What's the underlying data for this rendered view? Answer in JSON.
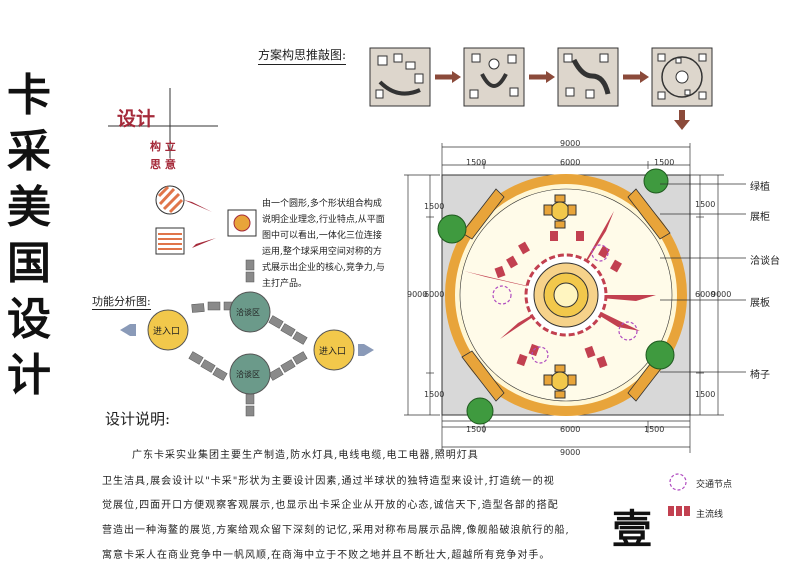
{
  "vertical_title": [
    "卡",
    "采",
    "美",
    "国",
    "设",
    "计"
  ],
  "concept": {
    "title": "方案构思推敲图:"
  },
  "design_block": {
    "word": "设计",
    "sub1": "构 立",
    "sub2": "思 意"
  },
  "concept_paragraph": "由一个圆形,多个形状组合构成说明企业理念,行业特点,从平面图中可以看出,一体化三位连接运用,整个球采用空间对称的方式展示出企业的核心,竞争力,与主打产品。",
  "function": {
    "title": "功能分析图:",
    "entrance_1": "进入口",
    "entrance_2": "进入口",
    "rest_1": "洽谈区",
    "rest_2": "洽谈区"
  },
  "description": {
    "title": "设计说明:",
    "lines": [
      "广东卡采实业集团主要生产制造,防水灯具,电线电缆,电工电器,照明灯具",
      "卫生洁具,展会设计以\"卡采\"形状为主要设计因素,通过半球状的独特造型来设计,打造统一的视",
      "觉展位,四面开口方便观察客观展示,也显示出卡采企业从开放的心态,诚信天下,造型各部的搭配",
      "营造出一种海鳌的展览,方案给观众留下深刻的记忆,采用对称布局展示品牌,像舰船破浪航行的船,",
      "寓意卡采人在商业竞争中一帆风顺,在商海中立于不败之地并且不断壮大,超越所有竞争对手。"
    ]
  },
  "plan": {
    "labels": {
      "greenery": "绿植",
      "display_cabinet": "展柜",
      "negotiation_table": "洽谈台",
      "display_board": "展板",
      "chair": "椅子"
    },
    "dims": {
      "top_total": "9000",
      "top_left": "1500",
      "top_mid": "6000",
      "top_right": "1500",
      "bottom_left": "1500",
      "bottom_mid": "6000",
      "bottom_right": "1500",
      "bottom_total": "9000",
      "left_top": "1500",
      "left_mid": "6000",
      "left_bottom": "1500",
      "left_total": "9000",
      "right_top": "1500",
      "right_mid": "6000",
      "right_bottom": "1500",
      "right_total": "9000"
    }
  },
  "legend": {
    "traffic": "交通节点",
    "line": "主流线"
  },
  "seal": "壹",
  "colors": {
    "accent_red": "#a52a3a",
    "yellow": "#f2c84b",
    "teal": "#6b9a8a",
    "gray_arrow": "#8a8a8a",
    "brown_arrow": "#8b4a3a",
    "green": "#3f9a3f",
    "cabinet_orange": "#e8a43a",
    "star_red": "#c24050"
  }
}
